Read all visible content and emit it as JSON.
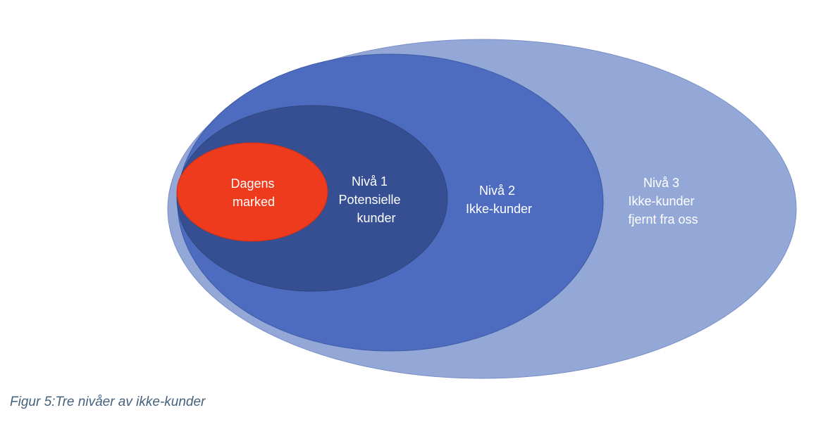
{
  "diagram": {
    "levels": [
      {
        "id": "nivaa-3",
        "lines": [
          "Nivå 3",
          "Ikke-kunder",
          "fjernt  fra oss"
        ],
        "color": "#94a8d8"
      },
      {
        "id": "nivaa-2",
        "lines": [
          "Nivå 2",
          "Ikke-kunder"
        ],
        "color": "#4d6cc0"
      },
      {
        "id": "nivaa-1",
        "lines": [
          "Nivå 1",
          "Potensielle",
          "kunder"
        ],
        "color": "#354f92"
      },
      {
        "id": "dagens-marked",
        "lines": [
          "Dagens",
          "marked"
        ],
        "color": "#ee3a1d"
      }
    ],
    "text_color": "#ffffff"
  },
  "caption": "Figur 5:Tre nivåer av ikke-kunder"
}
